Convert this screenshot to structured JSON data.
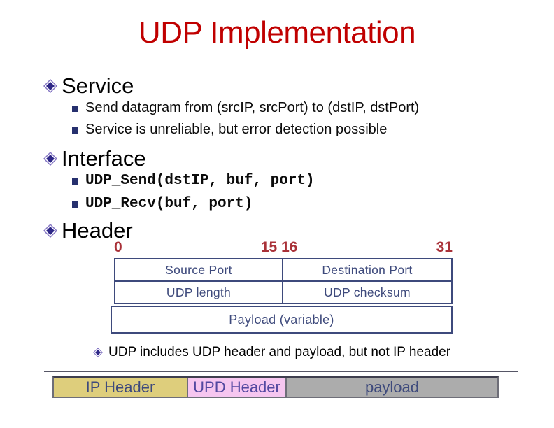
{
  "title": "UDP Implementation",
  "sections": {
    "service": {
      "heading": "Service",
      "items": [
        "Send datagram from (srcIP, srcPort) to (dstIP, dstPort)",
        "Service is unreliable, but error detection possible"
      ]
    },
    "interface": {
      "heading": "Interface",
      "items": [
        "UDP_Send(dstIP, buf, port)",
        "UDP_Recv(buf, port)"
      ]
    },
    "header": {
      "heading": "Header"
    }
  },
  "header_diagram": {
    "bit_labels": {
      "start": "0",
      "middle": "15 16",
      "end": "31"
    },
    "cells": {
      "source_port": "Source Port",
      "destination_port": "Destination Port",
      "udp_length": "UDP length",
      "udp_checksum": "UDP checksum"
    },
    "payload": "Payload (variable)"
  },
  "note": "UDP includes UDP header and payload, but not IP header",
  "packet_bar": {
    "ip_header": "IP Header",
    "udp_header": "UPD Header",
    "payload": "payload"
  },
  "colors": {
    "title_red": "#C00000",
    "bit_label_red": "#A93138",
    "diagram_navy": "#3E4A7C",
    "diamond_fill": "#2E2787",
    "diamond_outline": "#8374C2",
    "square_bullet_navy": "#26306E",
    "ip_header_bg": "#DECE7C",
    "udp_header_bg": "#F6C6F0",
    "payload_bg": "#ACACAC"
  }
}
